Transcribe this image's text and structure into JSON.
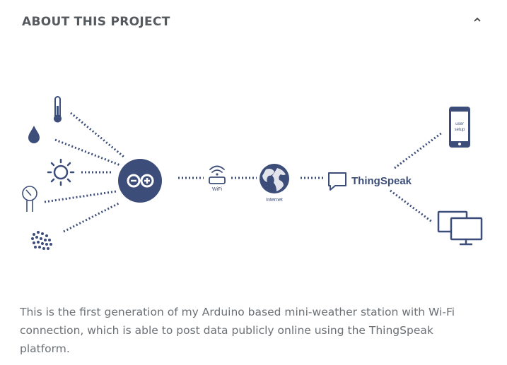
{
  "section": {
    "title": "ABOUT THIS PROJECT"
  },
  "icons": {
    "collapse": "chevron-up-icon",
    "sensors": [
      "thermometer-icon",
      "water-drop-icon",
      "sun-icon",
      "pressure-gauge-icon",
      "dust-particles-icon"
    ],
    "controller": "arduino-icon",
    "router": "wifi-router-icon",
    "globe": "globe-icon",
    "chat": "chat-bubble-icon",
    "phone": "smartphone-icon",
    "monitors": "desktop-monitors-icon"
  },
  "diagram": {
    "wifi_label": "WiFi",
    "internet_label": "Internet",
    "thingspeak_label": "ThingSpeak",
    "phone_label_line1": "user",
    "phone_label_line2": "setup"
  },
  "colors": {
    "icon_navy": "#3d4d7a",
    "dots": "#3d4d7a",
    "title": "#555a5f",
    "body_text": "#6b7075"
  },
  "description": "This is the first generation of my Arduino based mini-weather station with Wi-Fi connection, which is able to post data publicly online using the ThingSpeak platform."
}
